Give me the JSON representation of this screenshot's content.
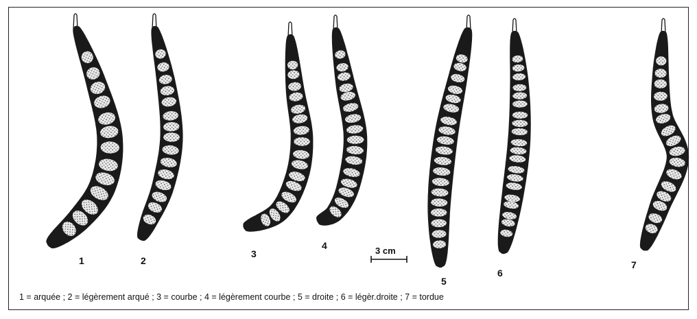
{
  "pods": [
    {
      "number": "1",
      "shape": "arquée"
    },
    {
      "number": "2",
      "shape": "légèrement arqué"
    },
    {
      "number": "3",
      "shape": "courbe"
    },
    {
      "number": "4",
      "shape": "légèrement courbe"
    },
    {
      "number": "5",
      "shape": "droite"
    },
    {
      "number": "6",
      "shape": "légèr.droite"
    },
    {
      "number": "7",
      "shape": "tordue"
    }
  ],
  "scale_bar": {
    "label": "3 cm"
  },
  "legend": "1 = arquée ; 2 = légèrement arqué ; 3 = courbe ; 4 = légèrement courbe ; 5 = droite ; 6 = légèr.droite ; 7 = tordue",
  "colors": {
    "pod": "#1a1a1a",
    "seed": "#ececec",
    "seed_dots": "#555555",
    "frame": "#222222"
  }
}
